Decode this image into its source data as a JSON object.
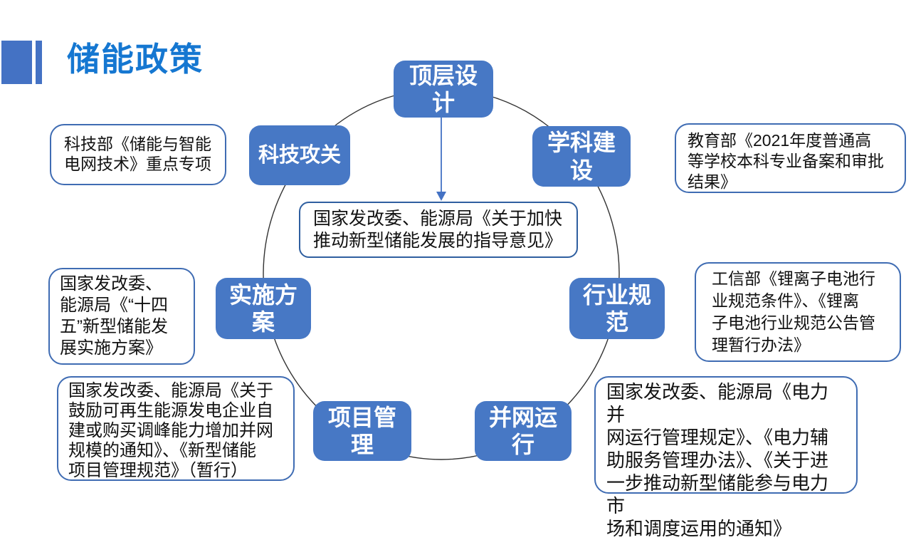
{
  "slide": {
    "title": "储能政策"
  },
  "colors": {
    "accent_blue": "#4472C4",
    "node_fill": "#4778C5",
    "title_blue": "#1577D1",
    "callout_border": "#3F6CB3",
    "center_border": "#2F5FA0",
    "circle_stroke": "#333333",
    "background": "#ffffff"
  },
  "center_policy": {
    "text": "国家发改委、能源局《关于加快\n推动新型储能发展的指导意见》"
  },
  "nodes": [
    {
      "label": "顶层设\n计"
    },
    {
      "label": "学科建\n设"
    },
    {
      "label": "行业规\n范"
    },
    {
      "label": "并网运\n行"
    },
    {
      "label": "项目管\n理"
    },
    {
      "label": "实施方\n案"
    },
    {
      "label": "科技攻关"
    }
  ],
  "callouts": [
    {
      "text": "科技部《储能与智能\n电网技术》重点专项"
    },
    {
      "text": "教育部《2021年度普通高\n等学校本科专业备案和审批\n结果》"
    },
    {
      "text": "工信部《锂离子电池行\n业规范条件》、《锂离\n子电池行业规范公告管\n理暂行办法》"
    },
    {
      "text": "国家发改委、能源局《电力并\n网运行管理规定》、《电力辅\n助服务管理办法》、《关于进\n一步推动新型储能参与电力市\n场和调度运用的通知》"
    },
    {
      "text": "国家发改委、能源局《关于\n鼓励可再生能源发电企业自\n建或购买调峰能力增加并网\n规模的通知》、《新型储能\n项目管理规范》（暂行）"
    },
    {
      "text": "国家发改委、\n能源局《“十四\n五”新型储能发\n展实施方案》"
    }
  ]
}
